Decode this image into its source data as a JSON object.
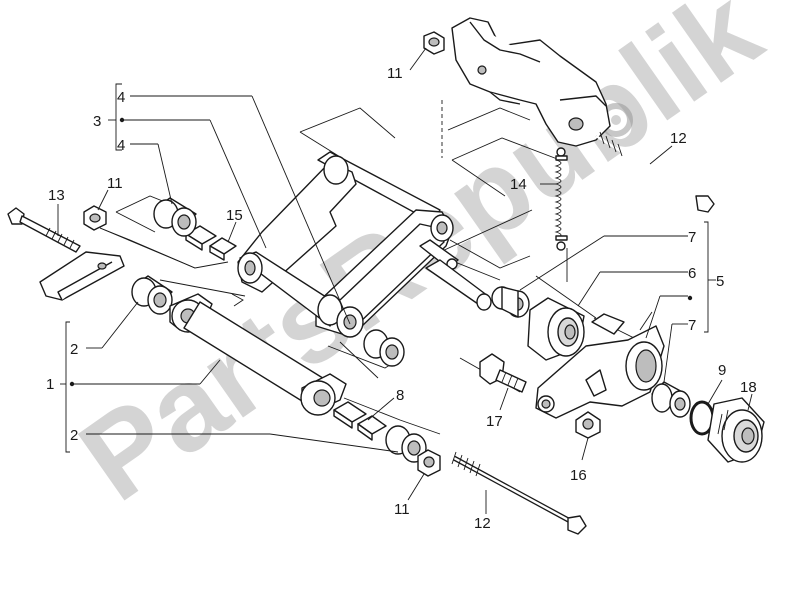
{
  "watermark": {
    "text": "PartsRepublik"
  },
  "callouts": {
    "c1": "1",
    "c2a": "2",
    "c2b": "2",
    "c3": "3",
    "c4a": "4",
    "c4b": "4",
    "c5": "5",
    "c6": "6",
    "c7a": "7",
    "c7b": "7",
    "c8": "8",
    "c9": "9",
    "c11a": "11",
    "c11b": "11",
    "c11c": "11",
    "c12a": "12",
    "c12b": "12",
    "c13": "13",
    "c14": "14",
    "c15": "15",
    "c16": "16",
    "c17": "17",
    "c18": "18"
  }
}
